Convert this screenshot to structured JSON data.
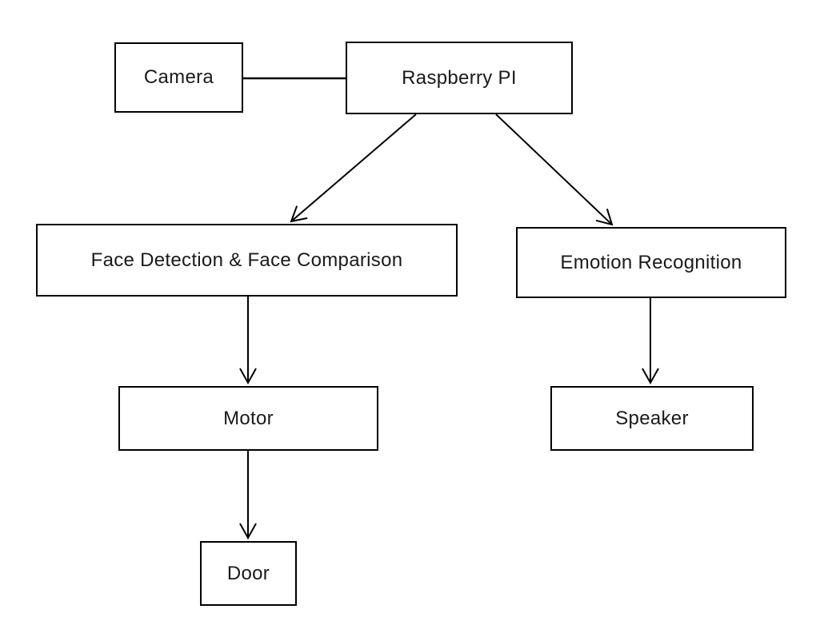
{
  "diagram": {
    "title": "System architecture flowchart",
    "background_color": "#ffffff",
    "stroke_color": "#000000",
    "nodes": {
      "camera": {
        "label": "Camera"
      },
      "raspberry_pi": {
        "label": "Raspberry PI"
      },
      "face_detection": {
        "label": "Face Detection & Face Comparison"
      },
      "emotion_recognition": {
        "label": "Emotion Recognition"
      },
      "motor": {
        "label": "Motor"
      },
      "speaker": {
        "label": "Speaker"
      },
      "door": {
        "label": "Door"
      }
    },
    "edges": [
      {
        "from": "camera",
        "to": "raspberry_pi",
        "type": "plain-line"
      },
      {
        "from": "raspberry_pi",
        "to": "face_detection",
        "type": "arrow"
      },
      {
        "from": "raspberry_pi",
        "to": "emotion_recognition",
        "type": "arrow"
      },
      {
        "from": "face_detection",
        "to": "motor",
        "type": "arrow"
      },
      {
        "from": "emotion_recognition",
        "to": "speaker",
        "type": "arrow"
      },
      {
        "from": "motor",
        "to": "door",
        "type": "arrow"
      }
    ]
  }
}
